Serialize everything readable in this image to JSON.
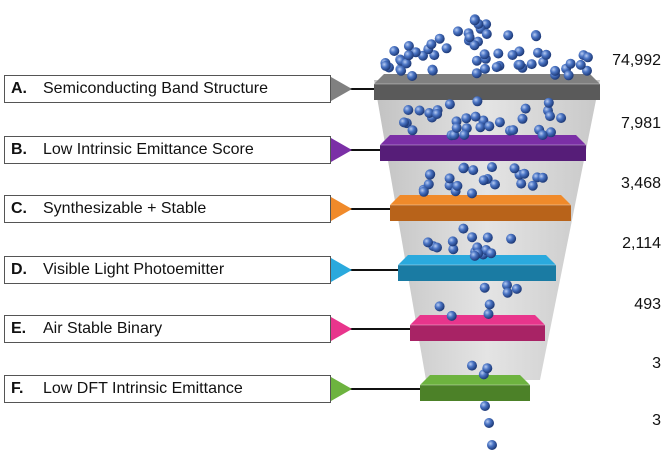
{
  "stages": [
    {
      "letter": "A.",
      "label": "Semiconducting Band Structure",
      "count": "74,992",
      "color": "#808080",
      "dark": "#5a5a5a"
    },
    {
      "letter": "B.",
      "label": "Low Intrinsic Emittance Score",
      "count": "7,981",
      "color": "#7b2fa6",
      "dark": "#561d78"
    },
    {
      "letter": "C.",
      "label": "Synthesizable + Stable",
      "count": "3,468",
      "color": "#f08a2a",
      "dark": "#b8631a"
    },
    {
      "letter": "D.",
      "label": "Visible Light Photoemitter",
      "count": "2,114",
      "color": "#2aa9dd",
      "dark": "#1a7ba3"
    },
    {
      "letter": "E.",
      "label": "Air Stable Binary",
      "count": "493",
      "color": "#e8358c",
      "dark": "#a82365"
    },
    {
      "letter": "F.",
      "label": "Low DFT Intrinsic Emittance",
      "count": "3",
      "color": "#6db33f",
      "dark": "#4c8128"
    }
  ],
  "output": {
    "count": "3"
  },
  "ball_color": "#3a62b0"
}
